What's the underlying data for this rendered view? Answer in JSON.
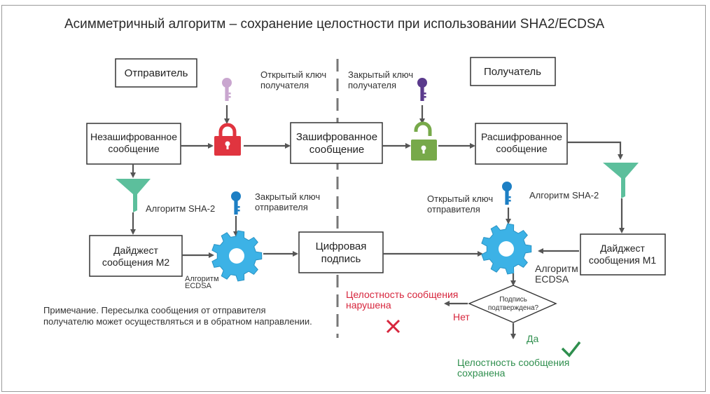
{
  "title": "Асимметричный алгоритм – сохранение целостности при использовании SHA2/ECDSA",
  "colors": {
    "lock_closed": "#e0343f",
    "lock_open": "#77a94a",
    "key_recipient_public": "#c9a6cf",
    "key_recipient_private": "#5a3a8c",
    "key_sender": "#1d7fc4",
    "gear": "#3cb2e6",
    "funnel": "#5cbf9c",
    "fail": "#d7263d",
    "success": "#2f8f4e"
  },
  "sender": {
    "label": "Отправитель",
    "plain_message": [
      "Незашифрованное",
      "сообщение"
    ],
    "digest": [
      "Дайджест",
      "сообщения M2"
    ],
    "hash_label": "Алгоритм SHA-2",
    "private_key_label": [
      "Закрытый ключ",
      "отправителя"
    ],
    "ecdsa_label": [
      "Алгоритм",
      "ECDSA"
    ]
  },
  "recipient": {
    "label": "Получатель",
    "decrypted_message": [
      "Расшифрованное",
      "сообщение"
    ],
    "digest": [
      "Дайджест",
      "сообщения M1"
    ],
    "hash_label": "Алгоритм SHA-2",
    "public_key_label": [
      "Открытый ключ",
      "отправителя"
    ],
    "ecdsa_label": [
      "Алгоритм",
      "ECDSA"
    ]
  },
  "center": {
    "recipient_public_key_label": [
      "Открытый ключ",
      "получателя"
    ],
    "recipient_private_key_label": [
      "Закрытый ключ",
      "получателя"
    ],
    "encrypted_message": [
      "Зашифрованное",
      "сообщение"
    ],
    "signature": [
      "Цифровая",
      "подпись"
    ]
  },
  "decision": {
    "question": [
      "Подпись",
      "подтверждена?"
    ],
    "no_label": "Нет",
    "yes_label": "Да",
    "fail_text": [
      "Целостность сообщения",
      "нарушена"
    ],
    "success_text": [
      "Целостность сообщения",
      "сохранена"
    ]
  },
  "note": [
    "Примечание. Пересылка сообщения от отправителя",
    "получателю может осуществляться и в обратном направлении."
  ]
}
